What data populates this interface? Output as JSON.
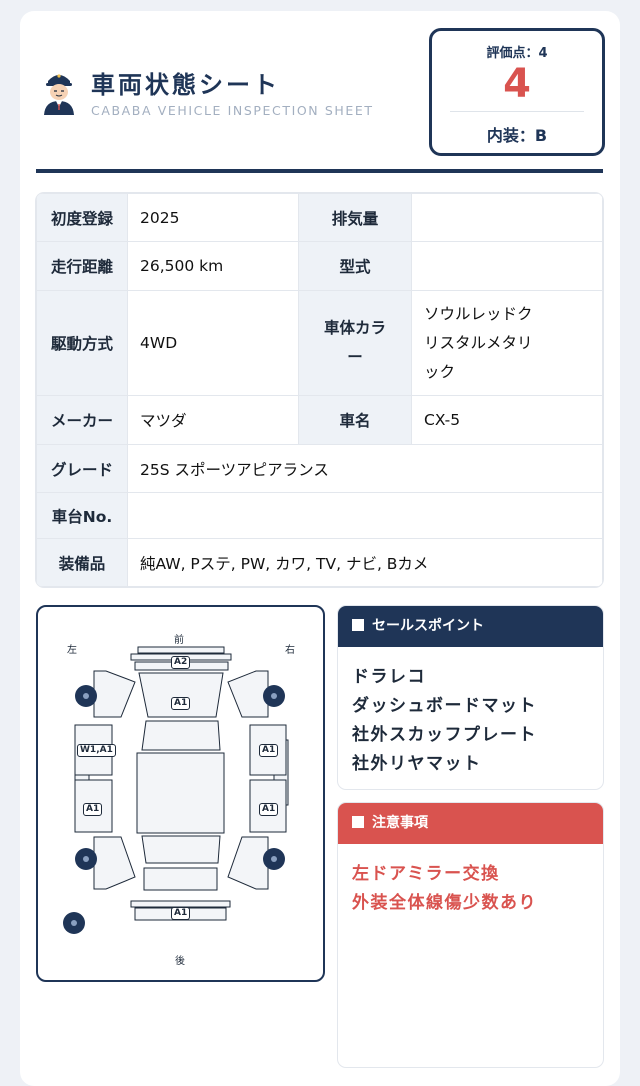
{
  "header": {
    "title": "車両状態シート",
    "subtitle": "CABABA VEHICLE INSPECTION SHEET",
    "score_label": "評価点：4",
    "score_value": "4",
    "interior_label": "内装：B"
  },
  "specs": {
    "first_registration": {
      "label": "初度登録",
      "value": "2025"
    },
    "displacement": {
      "label": "排気量",
      "value": ""
    },
    "mileage": {
      "label": "走行距離",
      "value": "26,500 km"
    },
    "model_type": {
      "label": "型式",
      "value": ""
    },
    "drive": {
      "label": "駆動方式",
      "value": "4WD"
    },
    "body_color": {
      "label_1": "車体カラ",
      "label_2": "ー",
      "value_1": "ソウルレッドク",
      "value_2": "リスタルメタリ",
      "value_3": "ック"
    },
    "maker": {
      "label": "メーカー",
      "value": "マツダ"
    },
    "car_name": {
      "label": "車名",
      "value": "CX-5"
    },
    "grade": {
      "label": "グレード",
      "value": "25S スポーツアピアランス"
    },
    "chassis_no": {
      "label": "車台No.",
      "value": ""
    },
    "equipment": {
      "label": "装備品",
      "value": "純AW, Pステ, PW, カワ, TV, ナビ, Bカメ"
    }
  },
  "diagram": {
    "front": "前",
    "rear": "後",
    "left": "左",
    "right": "右",
    "marks": {
      "front_bumper": "A2",
      "hood": "A1",
      "left_front_door": "W1,A1",
      "right_front_door": "A1",
      "left_rear_door": "A1",
      "right_rear_door": "A1",
      "rear_bumper": "A1"
    }
  },
  "sales_points": {
    "title": "セールスポイント",
    "items": [
      "ドラレコ",
      "ダッシュボードマット",
      "社外スカッフプレート",
      "社外リヤマット"
    ]
  },
  "cautions": {
    "title": "注意事項",
    "items": [
      "左ドアミラー交換",
      "外装全体線傷少数あり"
    ]
  },
  "colors": {
    "navy": "#1f3557",
    "red": "#d9534f",
    "label_bg": "#eef2f7"
  }
}
